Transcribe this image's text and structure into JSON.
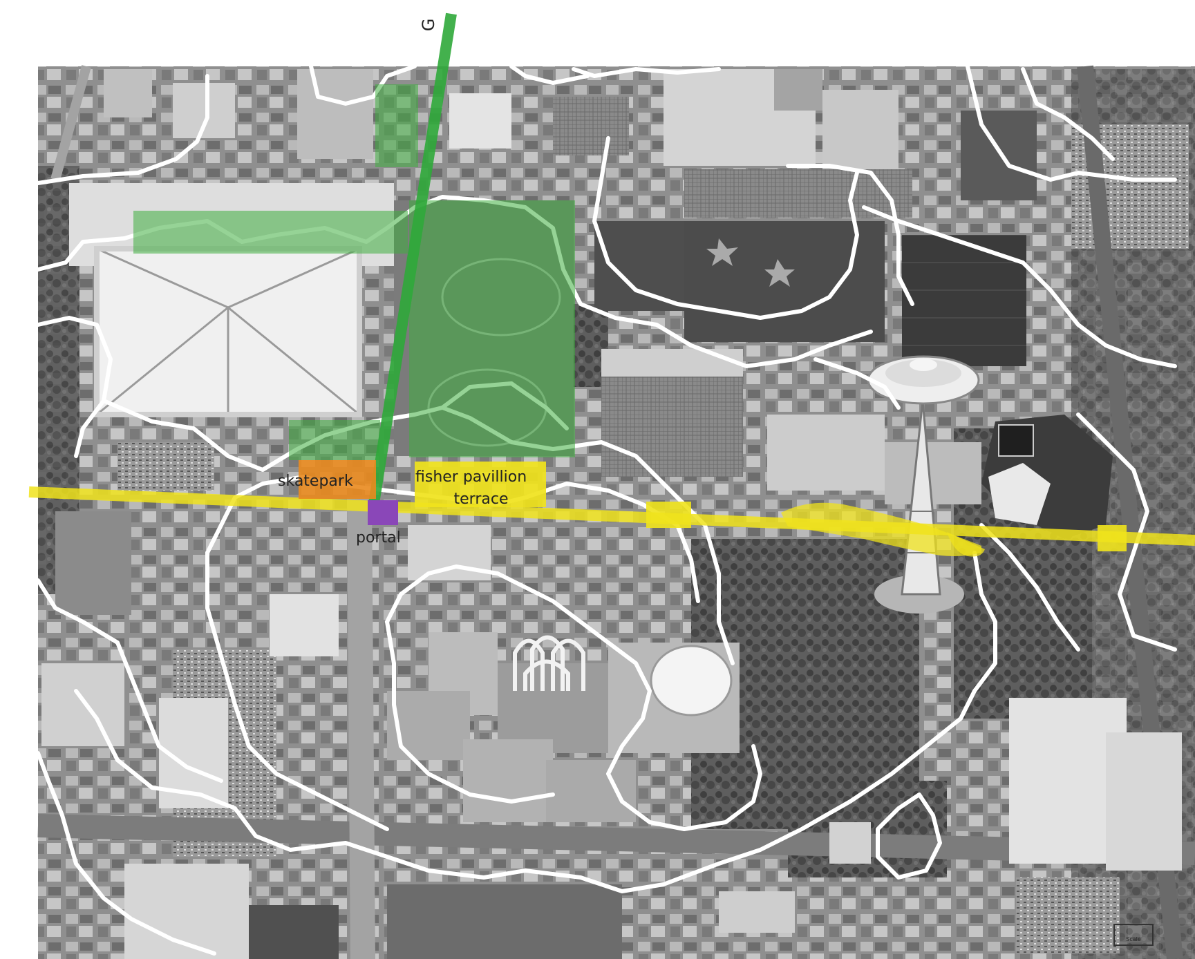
{
  "map": {
    "labels": {
      "axis_top": "G",
      "skatepark": "skatepark",
      "fisher_line1": "fisher pavillion",
      "fisher_line2": "terrace",
      "portal": "portal",
      "scale_box": "Scale"
    },
    "colors": {
      "green_overlay": "#3fae3f",
      "green_axis": "#2fa83a",
      "yellow_overlay": "#f0e31c",
      "skatepark": "#e98a1e",
      "portal": "#8a47b8",
      "contour": "#ffffff",
      "aerial_base": "#8d8d8d"
    },
    "legend_notes": []
  }
}
